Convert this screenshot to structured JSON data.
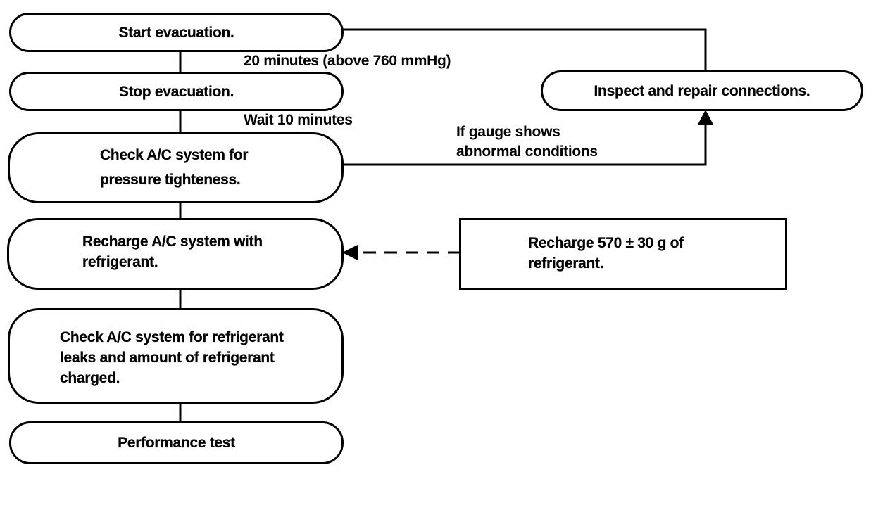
{
  "steps": {
    "start": "Start evacuation.",
    "stop": "Stop evacuation.",
    "pressure_line1": "Check A/C system for",
    "pressure_line2": "pressure tighteness.",
    "recharge_line1": "Recharge A/C system with",
    "recharge_line2": "refrigerant.",
    "leak_line1": "Check A/C system for refrigerant",
    "leak_line2": "leaks and amount of refrigerant",
    "leak_line3": "charged.",
    "performance": "Performance test"
  },
  "side": {
    "inspect": "Inspect and repair connections.",
    "note_line1": "Recharge 570 ± 30 g of",
    "note_line2": "refrigerant."
  },
  "labels": {
    "evac_time": "20 minutes (above 760 mmHg)",
    "wait": "Wait 10 minutes",
    "abnormal_line1": "If gauge shows",
    "abnormal_line2": "abnormal conditions"
  }
}
